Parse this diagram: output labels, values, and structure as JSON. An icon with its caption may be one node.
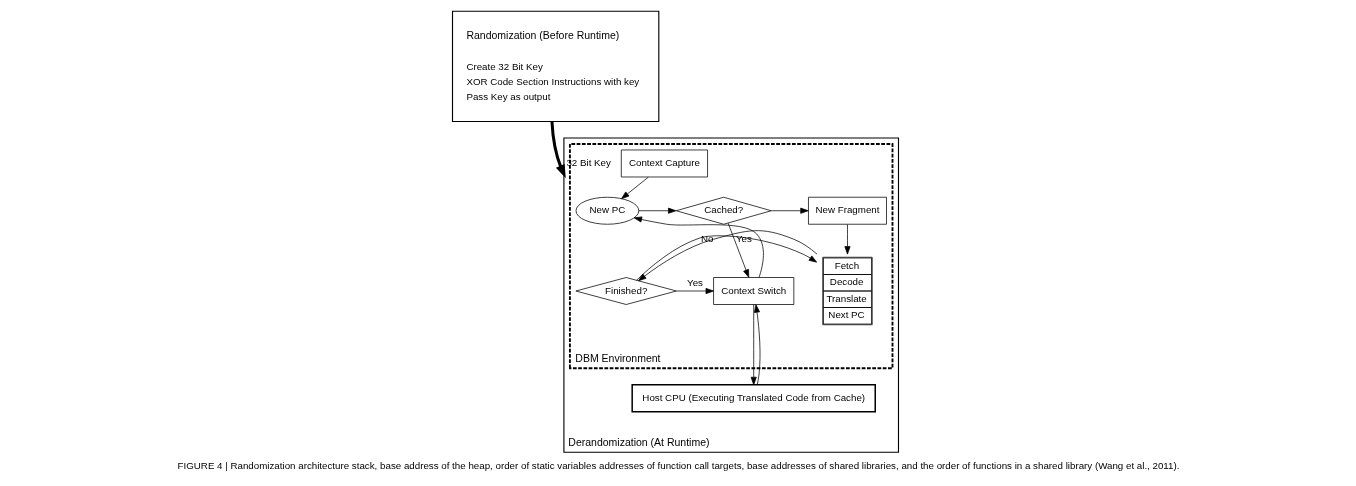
{
  "diagram": {
    "caption": "FIGURE 4 | Randomization architecture stack, base address of the heap, order of static variables addresses of function call targets, base addresses of shared libraries, and the order of functions in a shared library (Wang et al., 2011).",
    "nodes": [
      {
        "text": [
          "Randomization (Before Runtime)",
          "Create 32 Bit Key",
          "XOR Code Section Instructions with key",
          "Pass Key as output"
        ]
      },
      {
        "text": [
          "Derandomization (At Runtime)"
        ]
      },
      {
        "text": [
          "DBM Environment"
        ],
        "in": 1
      },
      {
        "text": [
          "Context Capture"
        ],
        "in": 2
      },
      {
        "text": [
          "New PC"
        ],
        "in": 2
      },
      {
        "text": [
          "Cached?"
        ],
        "in": 2
      },
      {
        "text": [
          "New Fragment"
        ],
        "in": 2
      },
      {
        "text": [
          "Fetch",
          "Decode",
          "Translate",
          "Next PC"
        ],
        "in": 2
      },
      {
        "text": [
          "Finished?"
        ],
        "in": 2
      },
      {
        "text": [
          "Context Switch"
        ],
        "in": 2
      },
      {
        "text": [
          "Host CPU (Executing Translated Code from Cache)"
        ],
        "in": 1
      }
    ],
    "edges": [
      {
        "from": 0,
        "to": 1,
        "arrow": "to",
        "label": "32 Bit Key",
        "style": "thick"
      },
      {
        "from": 3,
        "to": 4,
        "arrow": "to"
      },
      {
        "from": 4,
        "to": 5,
        "arrow": "to"
      },
      {
        "from": 5,
        "to": 6,
        "arrow": "to"
      },
      {
        "from": 5,
        "to": 9,
        "arrow": "to",
        "label": "Yes"
      },
      {
        "from": 6,
        "to": 7,
        "arrow": "to"
      },
      {
        "from": 7,
        "to": 8,
        "arrow": "to"
      },
      {
        "from": 8,
        "to": 9,
        "arrow": "to",
        "label": "Yes"
      },
      {
        "from": 8,
        "to": 7,
        "arrow": "to",
        "label": "No"
      },
      {
        "from": 9,
        "to": 4,
        "arrow": "to"
      },
      {
        "from": 9,
        "to": 10,
        "arrow": "to"
      },
      {
        "from": 10,
        "to": 9,
        "arrow": "to"
      }
    ]
  }
}
